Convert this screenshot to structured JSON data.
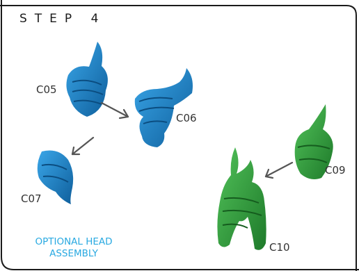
{
  "step": {
    "title": "STEP 4"
  },
  "parts": [
    {
      "id": "C05",
      "label": "C05",
      "color": "#1a7fc4"
    },
    {
      "id": "C06",
      "label": "C06",
      "color": "#1a7fc4"
    },
    {
      "id": "C07",
      "label": "C07",
      "color": "#1a7fc4"
    },
    {
      "id": "C09",
      "label": "C09",
      "color": "#2e9a3a"
    },
    {
      "id": "C10",
      "label": "C10",
      "color": "#2e9a3a"
    }
  ],
  "note": {
    "line1": "OPTIONAL HEAD",
    "line2": "ASSEMBLY",
    "color": "#29a9e1"
  },
  "colors": {
    "frame": "#1a1a1a",
    "arrow": "#555555",
    "blue_part": "#1a7fc4",
    "green_part": "#2e9a3a"
  },
  "icons": [
    "assembly-arrow-icon"
  ]
}
